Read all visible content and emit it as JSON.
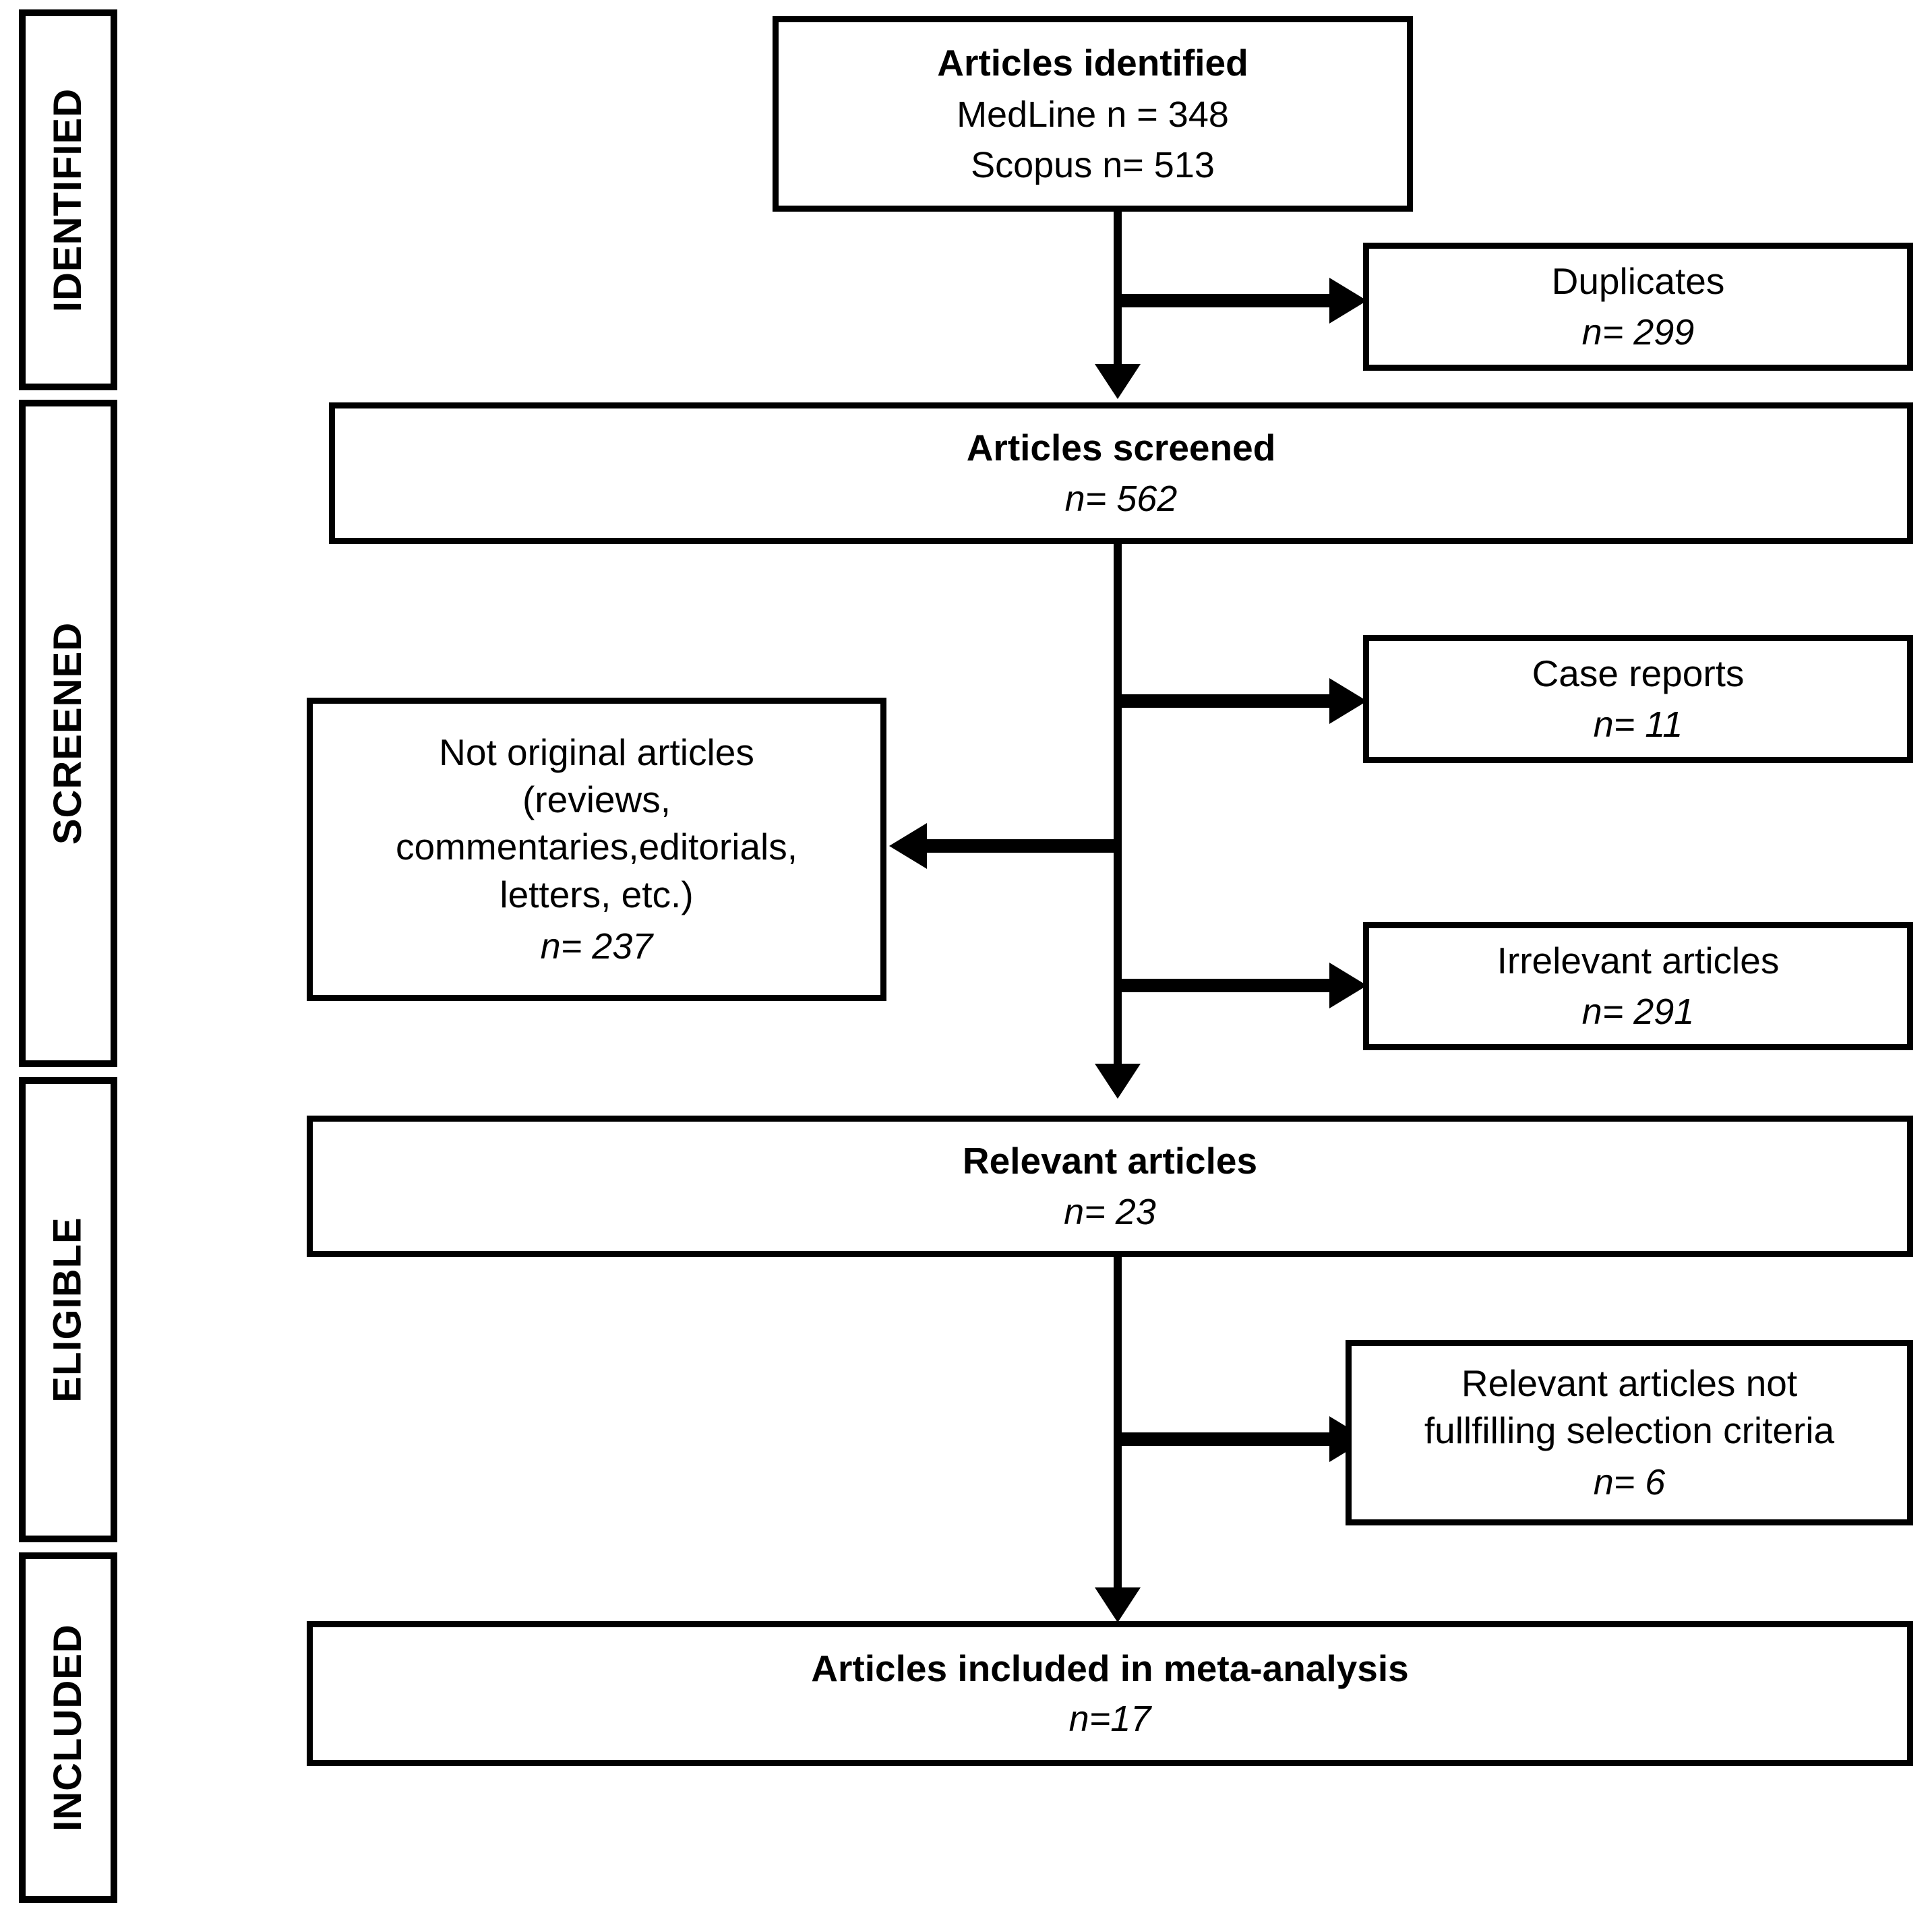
{
  "diagram": {
    "type": "prisma-flow-diagram",
    "phases": [
      {
        "id": "identified",
        "label": "IDENTIFIED"
      },
      {
        "id": "screened",
        "label": "SCREENED"
      },
      {
        "id": "eligible",
        "label": "ELIGIBLE"
      },
      {
        "id": "included",
        "label": "INCLUDED"
      }
    ],
    "nodes": [
      {
        "id": "articles-identified",
        "title": "Articles identified",
        "lines": [
          "MedLine n = 348",
          "Scopus n= 513"
        ],
        "bold_title": true
      },
      {
        "id": "duplicates",
        "title": "Duplicates",
        "count": "n= 299",
        "bold_title": false
      },
      {
        "id": "articles-screened",
        "title": "Articles screened",
        "count": "n= 562",
        "bold_title": true
      },
      {
        "id": "case-reports",
        "title": "Case reports",
        "count": "n= 11",
        "bold_title": false
      },
      {
        "id": "not-original-articles",
        "title": "Not original articles\n(reviews,\ncommentaries,editorials,\nletters, etc.)",
        "count": "n= 237",
        "bold_title": false
      },
      {
        "id": "irrelevant-articles",
        "title": "Irrelevant articles",
        "count": "n= 291",
        "bold_title": false
      },
      {
        "id": "relevant-articles",
        "title": "Relevant articles",
        "count": "n= 23",
        "bold_title": true
      },
      {
        "id": "not-fullfilling-criteria",
        "title": "Relevant articles not\nfullfilling selection criteria",
        "count": "n= 6",
        "bold_title": false
      },
      {
        "id": "articles-included",
        "title": "Articles included in meta-analysis",
        "count": "n=17",
        "bold_title": true
      }
    ],
    "colors": {
      "stroke": "#000000",
      "fill": "#ffffff",
      "text": "#000000"
    }
  }
}
